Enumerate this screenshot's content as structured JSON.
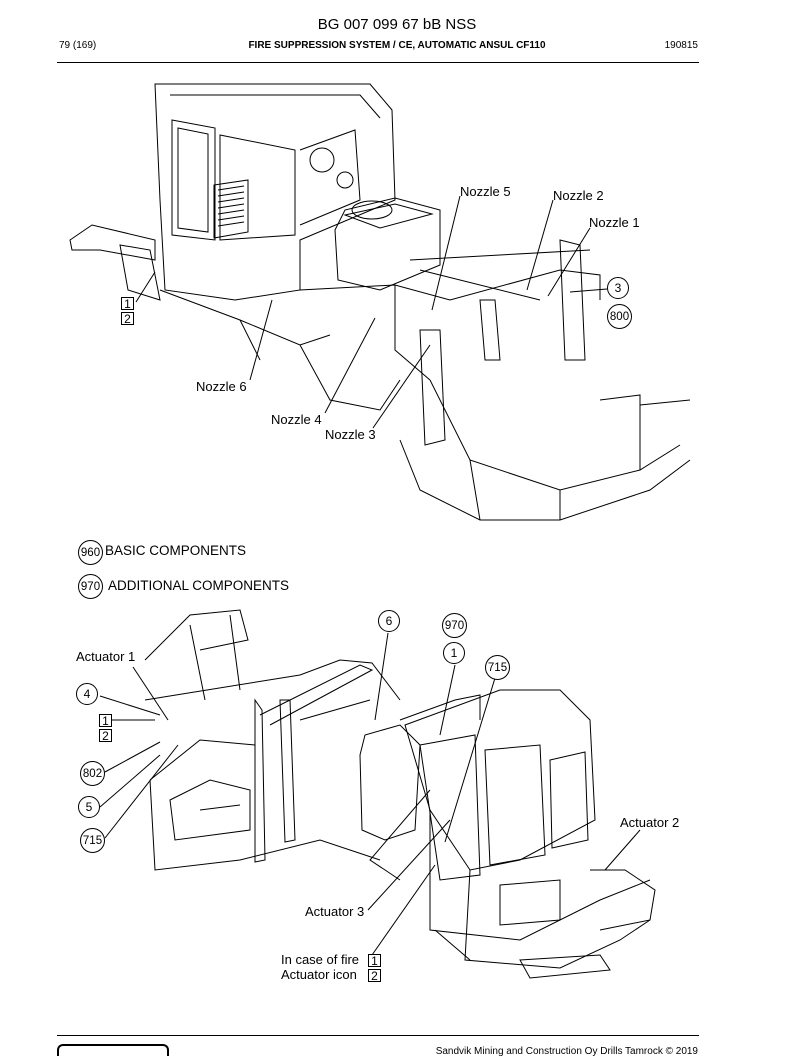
{
  "header": {
    "doc_number": "BG 007 099 67 bB NSS",
    "page": "79 (169)",
    "section": "FIRE SUPPRESSION SYSTEM / CE, AUTOMATIC ANSUL CF110",
    "date": "190815"
  },
  "figure_top": {
    "labels": {
      "nozzle_5": "Nozzle 5",
      "nozzle_2": "Nozzle 2",
      "nozzle_1": "Nozzle 1",
      "nozzle_6": "Nozzle 6",
      "nozzle_4": "Nozzle 4",
      "nozzle_3": "Nozzle 3"
    },
    "callouts": {
      "c3": "3",
      "c800": "800"
    },
    "boxes": {
      "b1": "1",
      "b2": "2"
    }
  },
  "legend": [
    {
      "code": "960",
      "text": "BASIC COMPONENTS"
    },
    {
      "code": "970",
      "text": "ADDITIONAL COMPONENTS"
    }
  ],
  "figure_bottom": {
    "labels": {
      "actuator_1": "Actuator 1",
      "actuator_2": "Actuator 2",
      "actuator_3": "Actuator 3",
      "in_case_of_fire": "In case of fire",
      "actuator_icon": "Actuator icon"
    },
    "callouts": {
      "c6": "6",
      "c970": "970",
      "c1": "1",
      "c715a": "715",
      "c4": "4",
      "c802": "802",
      "c5": "5",
      "c715b": "715"
    },
    "boxes": {
      "b1": "1",
      "b2": "2",
      "b1_legend": "1",
      "b2_legend": "2"
    }
  },
  "footer": {
    "copyright": "Sandvik Mining and Construction Oy Drills Tamrock © 2019"
  }
}
